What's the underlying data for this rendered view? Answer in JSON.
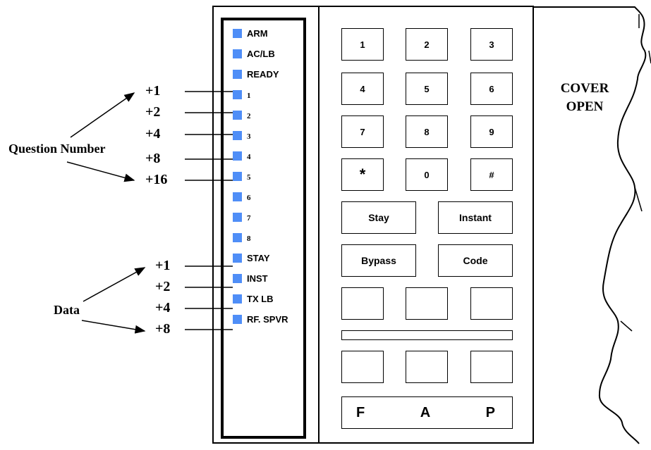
{
  "leds": [
    {
      "label": "ARM"
    },
    {
      "label": "AC/LB"
    },
    {
      "label": "READY"
    },
    {
      "label": "1"
    },
    {
      "label": "2"
    },
    {
      "label": "3"
    },
    {
      "label": "4"
    },
    {
      "label": "5"
    },
    {
      "label": "6"
    },
    {
      "label": "7"
    },
    {
      "label": "8"
    },
    {
      "label": "STAY"
    },
    {
      "label": "INST"
    },
    {
      "label": "TX LB"
    },
    {
      "label": "RF. SPVR"
    }
  ],
  "keypad": {
    "digits": [
      "1",
      "2",
      "3",
      "4",
      "5",
      "6",
      "7",
      "8",
      "9",
      "*",
      "0",
      "#"
    ],
    "stay": "Stay",
    "instant": "Instant",
    "bypass": "Bypass",
    "code": "Code",
    "bottom": [
      "F",
      "A",
      "P"
    ]
  },
  "annotations": {
    "question_number": "Question Number",
    "data": "Data",
    "q_weights": [
      "+1",
      "+2",
      "+4",
      "+8",
      "+16"
    ],
    "d_weights": [
      "+1",
      "+2",
      "+4",
      "+8"
    ]
  },
  "cover": {
    "line1": "COVER",
    "line2": "OPEN"
  },
  "colors": {
    "led": "#4f8ef7"
  }
}
